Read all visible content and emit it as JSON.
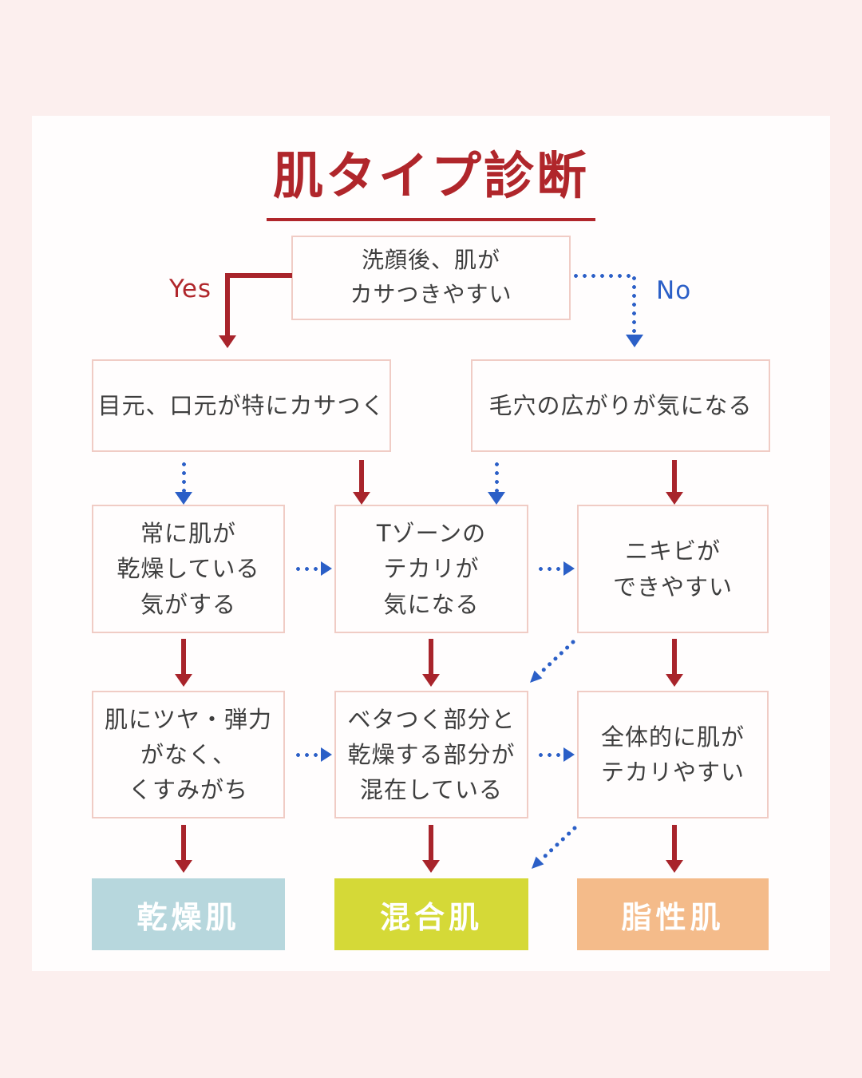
{
  "title": "肌タイプ診断",
  "branch_labels": {
    "yes": "Yes",
    "no": "No"
  },
  "colors": {
    "background": "#fcefee",
    "card": "#fffdfd",
    "title_red": "#b0262b",
    "arrow_red": "#a8242b",
    "arrow_blue": "#2b5fc7",
    "box_border": "#f0ccc5",
    "result_dry": "#b7d7dd",
    "result_combination": "#d5d937",
    "result_oily": "#f4bb8a"
  },
  "nodes": {
    "start": "洗顔後、肌が\nカサつきやすい",
    "dry_area": "目元、口元が特にカサつく",
    "pores": "毛穴の広がりが気になる",
    "always_dry": "常に肌が\n乾燥している\n気がする",
    "tzone": "Tゾーンの\nテカリが\n気になる",
    "acne": "ニキビが\nできやすい",
    "dull": "肌にツヤ・弾力\nがなく、\nくすみがち",
    "mixed": "ベタつく部分と\n乾燥する部分が\n混在している",
    "shiny": "全体的に肌が\nテカリやすい"
  },
  "results": {
    "dry": "乾燥肌",
    "combination": "混合肌",
    "oily": "脂性肌"
  }
}
